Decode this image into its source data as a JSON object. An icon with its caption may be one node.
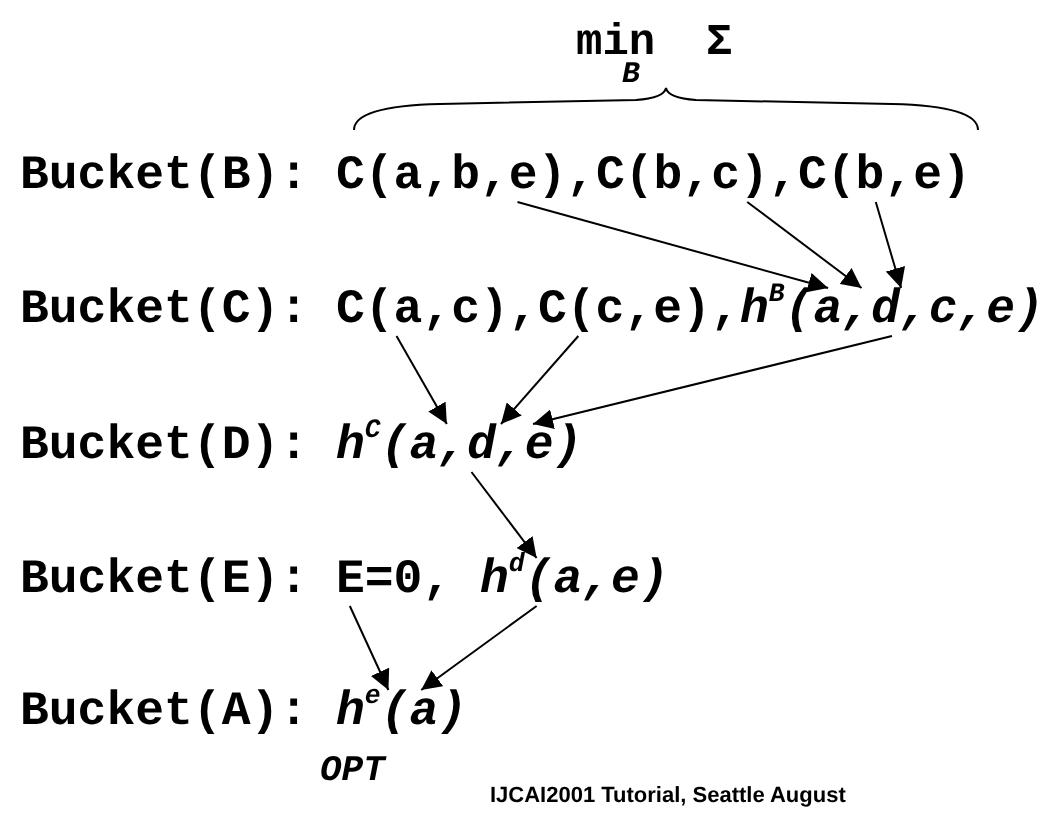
{
  "diagram": {
    "nodes": [
      {
        "text": [
          "C(a,b,e),"
        ]
      },
      {
        "text": [
          "C(b,c),"
        ]
      },
      {
        "text": [
          "C(b,e)"
        ]
      },
      {
        "text": [
          "C(a,c),"
        ]
      },
      {
        "text": [
          "C(c,e),"
        ]
      },
      {
        "text": [
          "h$^{B}$(a,d,c,e)"
        ]
      },
      {
        "text": [
          "h$^{C}$(a,d,e)"
        ]
      },
      {
        "text": [
          "E=0,"
        ]
      },
      {
        "text": [
          "h$^{d}$(a,e)"
        ]
      },
      {
        "text": [
          "h$^{e}$(a)"
        ]
      }
    ],
    "edges": [
      {
        "from": 0,
        "to": 5,
        "arrow": "to"
      },
      {
        "from": 1,
        "to": 5,
        "arrow": "to"
      },
      {
        "from": 2,
        "to": 5,
        "arrow": "to"
      },
      {
        "from": 3,
        "to": 6,
        "arrow": "to"
      },
      {
        "from": 4,
        "to": 6,
        "arrow": "to"
      },
      {
        "from": 5,
        "to": 6,
        "arrow": "to"
      },
      {
        "from": 6,
        "to": 8,
        "arrow": "to"
      },
      {
        "from": 7,
        "to": 9,
        "arrow": "to"
      },
      {
        "from": 8,
        "to": 9,
        "arrow": "to"
      }
    ],
    "labels": [
      "min",
      "Σ",
      "B",
      "Bucket(B):",
      "Bucket(C):",
      "Bucket(D):",
      "Bucket(E):",
      "Bucket(A):",
      "OPT",
      "IJCAI2001 Tutorial, Seattle August"
    ]
  }
}
